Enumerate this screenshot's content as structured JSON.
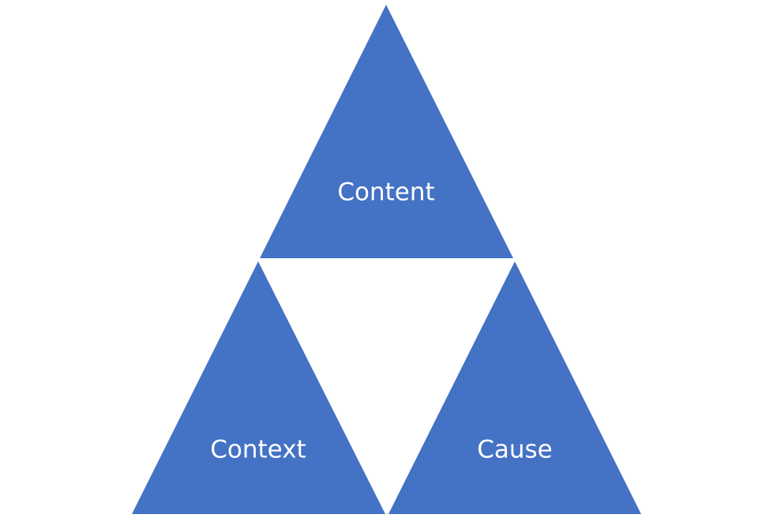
{
  "diagram": {
    "fill_color": "#4472C4",
    "text_color": "#FFFFFF",
    "background_color": "#FFFFFF",
    "triangles": {
      "top": {
        "label": "Content"
      },
      "bottom_left": {
        "label": "Context"
      },
      "bottom_right": {
        "label": "Cause"
      }
    }
  }
}
